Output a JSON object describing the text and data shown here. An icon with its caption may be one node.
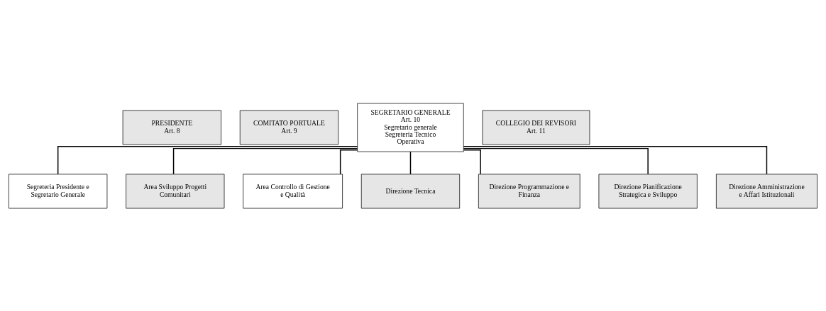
{
  "diagram": {
    "nodes": [
      {
        "text": [
          "PRESIDENTE",
          "Art. 8"
        ]
      },
      {
        "text": [
          "COMITATO PORTUALE",
          "Art. 9"
        ]
      },
      {
        "text": [
          "SEGRETARIO GENERALE",
          "Art. 10",
          "Segretario generale Segreteria Tecnico Operativa"
        ]
      },
      {
        "text": [
          "COLLEGIO DEI REVISORI",
          "Art. 11"
        ]
      },
      {
        "text": [
          "Segreteria Presidente e Segretario Generale"
        ]
      },
      {
        "text": [
          "Area Sviluppo Progetti Comunitari"
        ]
      },
      {
        "text": [
          "Area Controllo di Gestione e Qualità"
        ]
      },
      {
        "text": [
          "Direzione Tecnica"
        ]
      },
      {
        "text": [
          "Direzione Programmazione e Finanza"
        ]
      },
      {
        "text": [
          "Direzione Pianificazione Strategica e Sviluppo"
        ]
      },
      {
        "text": [
          "Direzione Amministrazione e Affari Istituzionali"
        ]
      }
    ],
    "edges": [
      {
        "from": 2,
        "to": 4,
        "arrow": "none"
      },
      {
        "from": 2,
        "to": 5,
        "arrow": "none"
      },
      {
        "from": 2,
        "to": 6,
        "arrow": "none"
      },
      {
        "from": 2,
        "to": 7,
        "arrow": "none"
      },
      {
        "from": 2,
        "to": 8,
        "arrow": "none"
      },
      {
        "from": 2,
        "to": 9,
        "arrow": "none"
      },
      {
        "from": 2,
        "to": 10,
        "arrow": "none"
      }
    ]
  }
}
